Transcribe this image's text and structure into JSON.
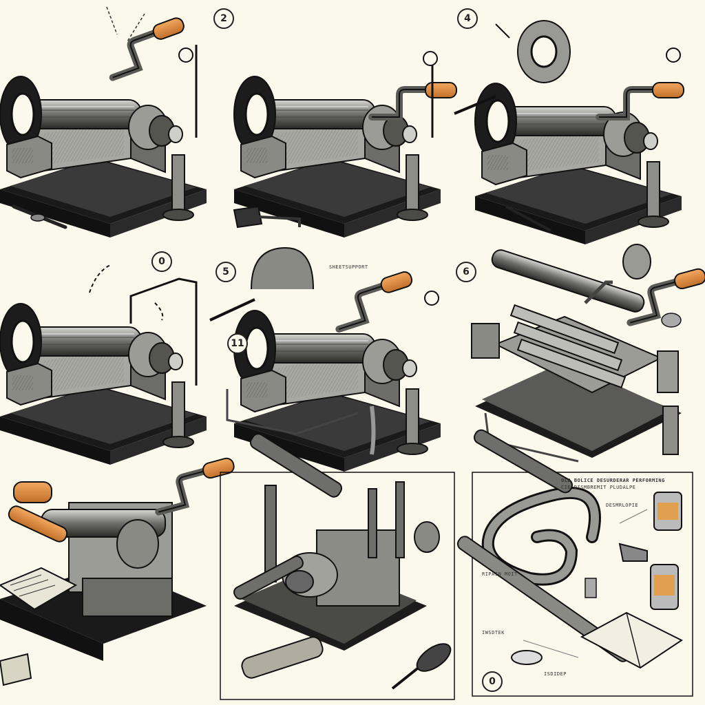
{
  "panels": [
    {
      "id": 1,
      "step_label": "2"
    },
    {
      "id": 2,
      "step_label": "4"
    },
    {
      "id": 3,
      "step_label": "0"
    },
    {
      "id": 4,
      "step_label": "5"
    },
    {
      "id": 5,
      "step_label": "6"
    },
    {
      "id": 6,
      "step_label": "11"
    },
    {
      "id": 7,
      "step_label": "0"
    }
  ],
  "captions": {
    "panel5_heading": "SHEETSUPPORT",
    "panel9_heading": "OLD BOLICE DESURDERAR PERFORMING",
    "panel9_subheading": "CIE DISMBREMIT PLUDALPE",
    "panel9_label_a": "DESMRLOPIE",
    "panel9_label_b": "RIPAIN MOIT",
    "panel9_label_c": "IWSDTEK",
    "panel9_label_d": "ISDIDEP"
  },
  "colors": {
    "background": "#fbf8ec",
    "ink": "#1c1c1c",
    "metal": "#8c8c88",
    "handle": "#e08a3c"
  }
}
